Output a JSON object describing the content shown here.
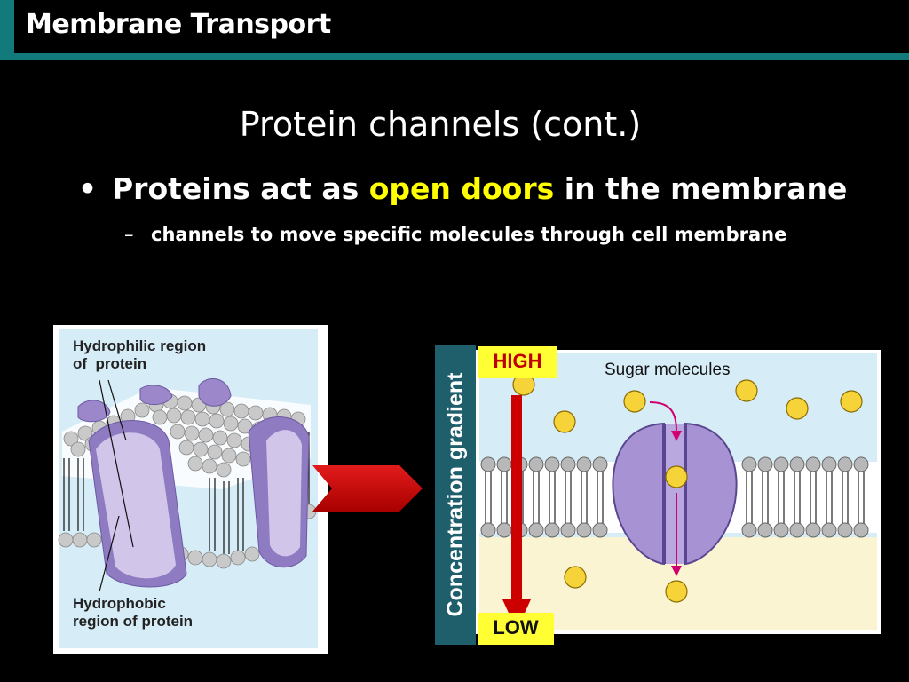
{
  "header": {
    "title": "Membrane Transport"
  },
  "slide": {
    "title": "Protein channels (cont.)",
    "bullet": {
      "marker": "•",
      "prefix": "Proteins act as ",
      "highlight": "open doors",
      "suffix": " in the membrane"
    },
    "sub_bullet": {
      "marker": "–",
      "text": "channels to move specific molecules through cell membrane"
    }
  },
  "figure_left": {
    "hydrophilic_label_line1": "Hydrophilic region",
    "hydrophilic_label_line2": "of  protein",
    "hydrophobic_label_line1": "Hydrophobic",
    "hydrophobic_label_line2": "region of protein"
  },
  "figure_right": {
    "gradient_label": "Concentration gradient",
    "high_label": "HIGH",
    "low_label": "LOW",
    "sugar_label": "Sugar molecules"
  },
  "colors": {
    "accent": "#127a7a",
    "highlight": "#ffff00",
    "arrow_red": "#cc0000",
    "protein_purple": "#9b87c9"
  }
}
